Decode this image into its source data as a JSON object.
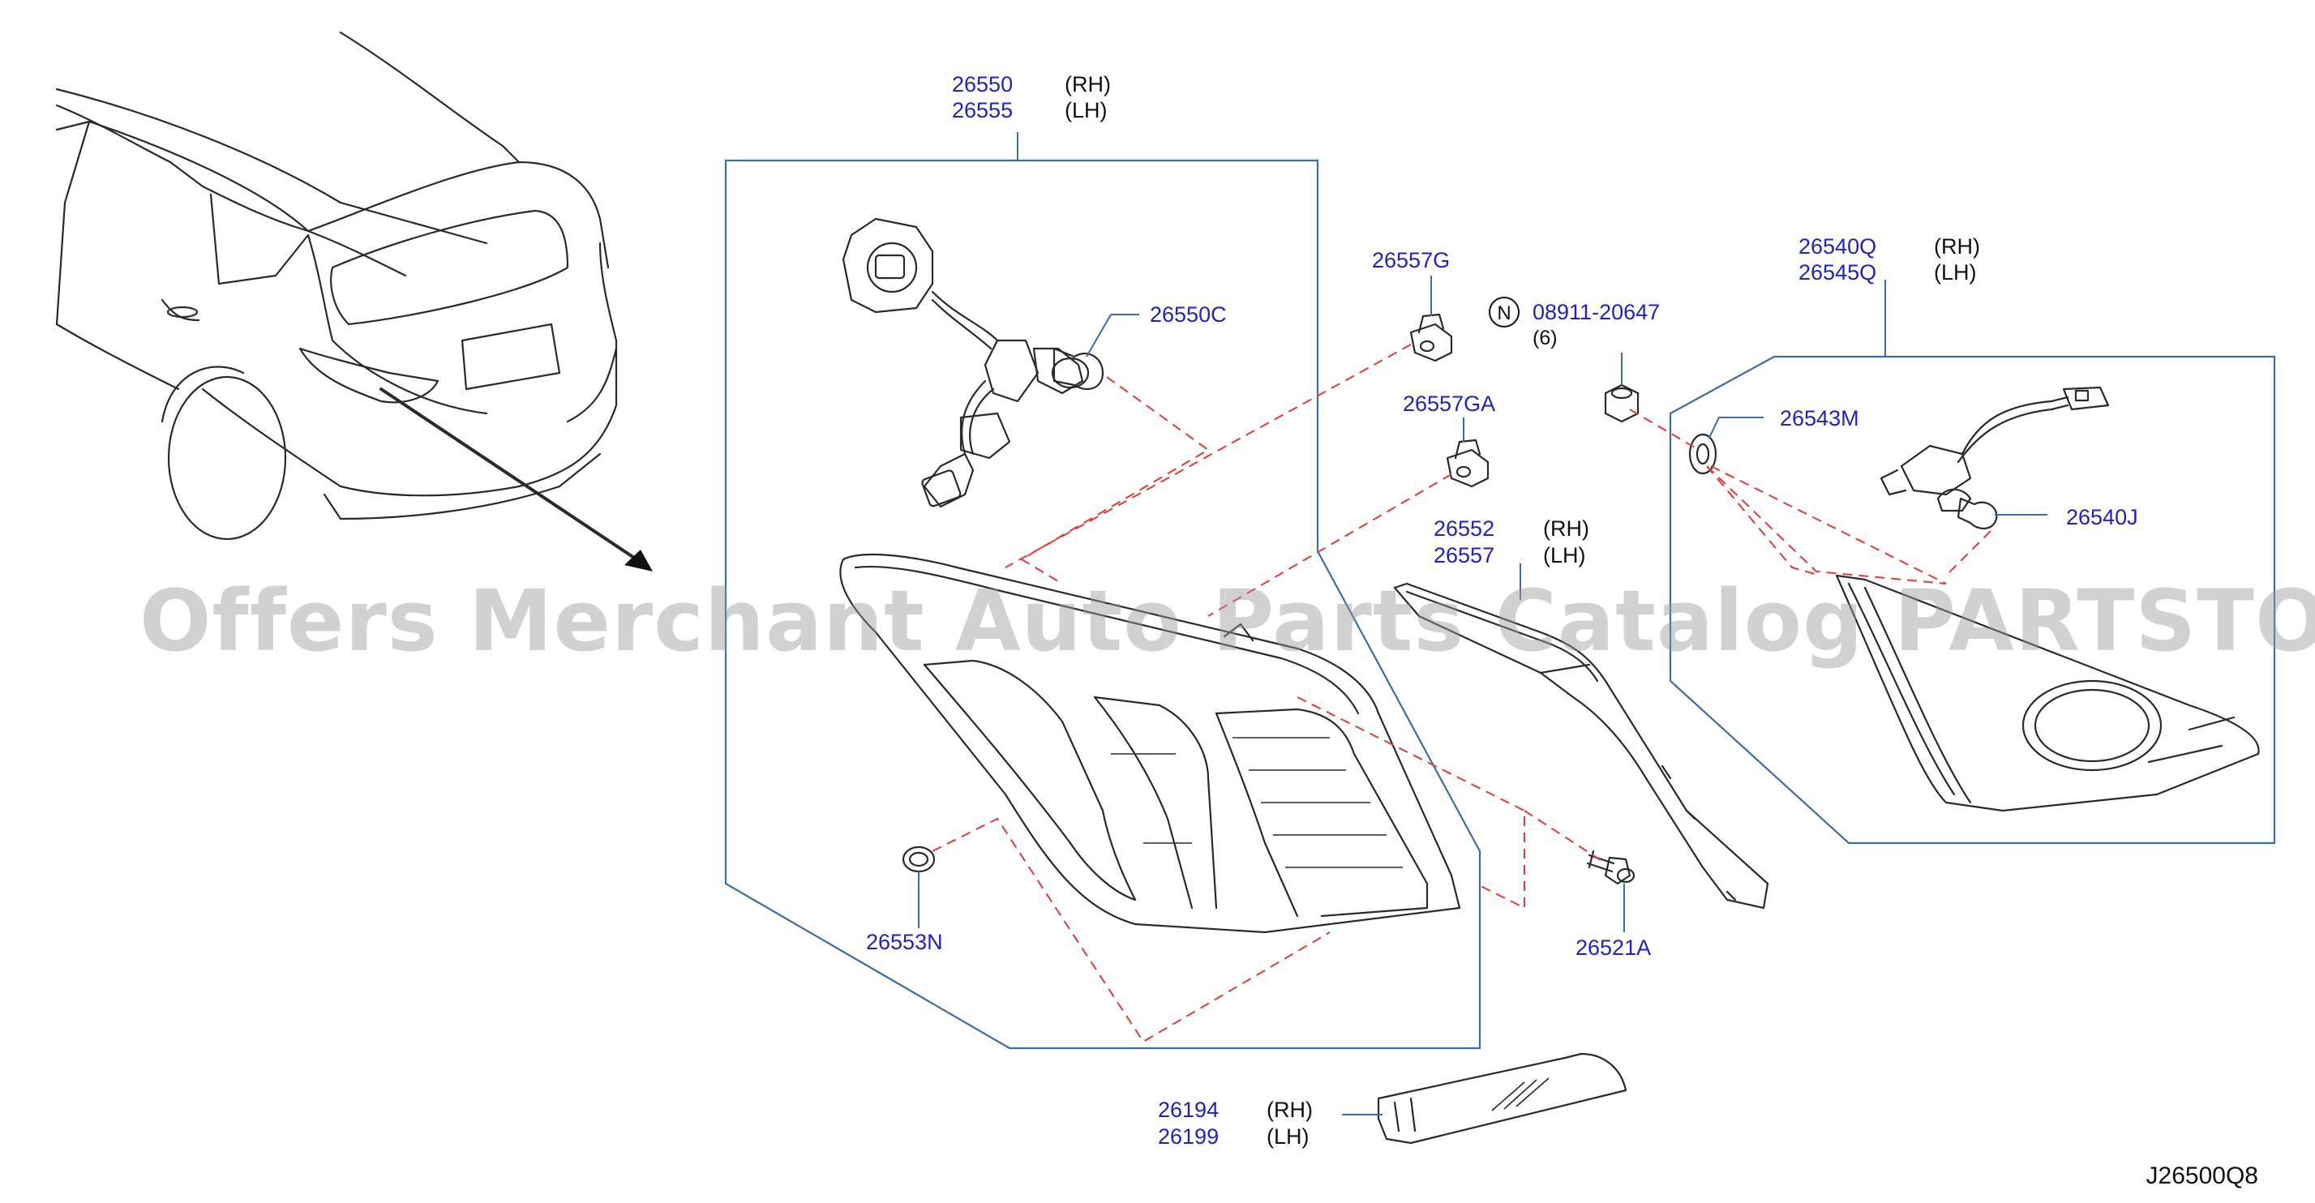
{
  "watermark": "Offers Merchant Auto Parts Catalog PARTSTORE.SA",
  "diagram_code": "J26500Q8",
  "callouts": {
    "lamp_rh_pn": "26550",
    "lamp_lh_pn": "26555",
    "lamp_rh_side": "(RH)",
    "lamp_lh_side": "(LH)",
    "socket_pn": "26550C",
    "seal_pn": "26553N",
    "clip_g_pn": "26557G",
    "clip_ga_pn": "26557GA",
    "nut_std_mark": "N",
    "nut_pn": "08911-20647",
    "nut_qty": "(6)",
    "finisher_rh_pn": "26552",
    "finisher_lh_pn": "26557",
    "finisher_rh_side": "(RH)",
    "finisher_lh_side": "(LH)",
    "screw_pn": "26521A",
    "comb_rh_pn": "26540Q",
    "comb_lh_pn": "26545Q",
    "comb_rh_side": "(RH)",
    "comb_lh_side": "(LH)",
    "washer_pn": "26543M",
    "bulb_pn": "26540J",
    "reflex_rh_pn": "26194",
    "reflex_lh_pn": "26199",
    "reflex_rh_side": "(RH)",
    "reflex_lh_side": "(LH)"
  }
}
